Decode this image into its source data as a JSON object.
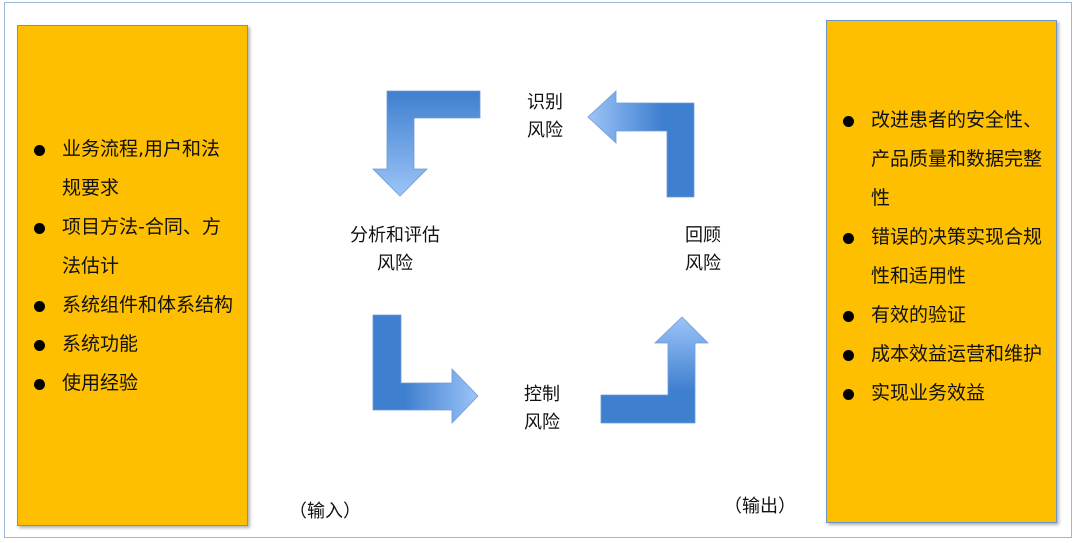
{
  "inputs": {
    "items": [
      "业务流程,用户和法规要求",
      "项目方法-合同、方法估计",
      "系统组件和体系结构",
      "系统功能",
      "使用经验"
    ],
    "caption": "（输入）"
  },
  "outputs": {
    "items": [
      "改进患者的安全性、产品质量和数据完整性",
      "错误的决策实现合规性和适用性",
      "有效的验证",
      "成本效益运营和维护",
      "实现业务效益"
    ],
    "caption": "（输出）"
  },
  "cycle": {
    "identify": "识别\n风险",
    "analyze": "分析和评估\n风险",
    "control": "控制\n风险",
    "review": "回顾\n风险"
  },
  "colors": {
    "box": "#fdbf00",
    "arrow_dark": "#3f7fcf",
    "arrow_light": "#9cc4f8"
  }
}
